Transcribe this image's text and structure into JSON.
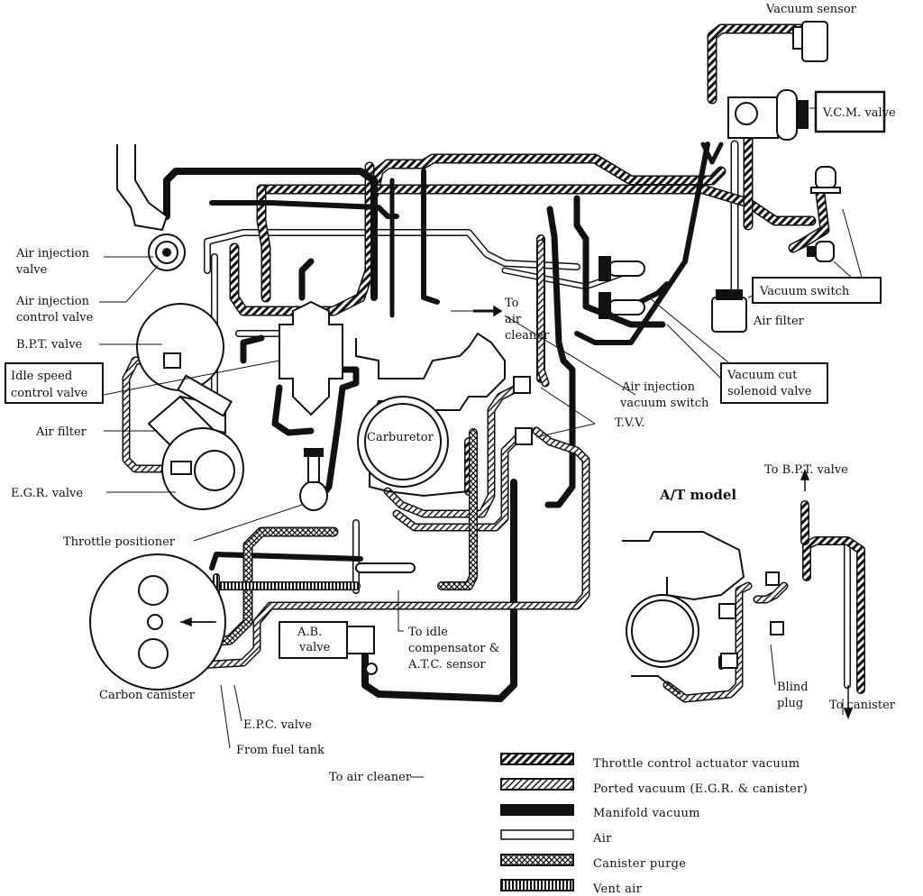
{
  "diagram": {
    "labels": {
      "vacuum_sensor": "Vacuum sensor",
      "vcm_valve": "V.C.M. valve",
      "vacuum_switch": "Vacuum switch",
      "air_filter_right": "Air filter",
      "vacuum_cut_solenoid_1": "Vacuum cut",
      "vacuum_cut_solenoid_2": "solenoid valve",
      "air_injection_valve_1": "Air injection",
      "air_injection_valve_2": "valve",
      "air_injection_control_1": "Air injection",
      "air_injection_control_2": "control valve",
      "bpt_valve": "B.P.T. valve",
      "idle_speed_1": "Idle speed",
      "idle_speed_2": "control valve",
      "air_filter_left": "Air filter",
      "egr_valve": "E.G.R. valve",
      "throttle_positioner": "Throttle positioner",
      "carbon_canister": "Carbon canister",
      "epc_valve": "E.P.C. valve",
      "from_fuel_tank": "From fuel tank",
      "to_air_cleaner_bottom": "To air cleaner",
      "to_air_cleaner_top_1": "To",
      "to_air_cleaner_top_2": "air",
      "to_air_cleaner_top_3": "cleaner",
      "air_injection_vacuum_switch_1": "Air injection",
      "air_injection_vacuum_switch_2": "vacuum switch",
      "tvv": "T.V.V.",
      "carburetor": "Carburetor",
      "ab_valve_1": "A.B.",
      "ab_valve_2": "valve",
      "to_idle_comp_1": "To idle",
      "to_idle_comp_2": "compensator &",
      "to_idle_comp_3": "A.T.C. sensor",
      "at_model": "A/T model",
      "to_bpt_valve": "To B.P.T. valve",
      "blind_plug_1": "Blind",
      "blind_plug_2": "plug",
      "to_canister": "To canister"
    },
    "legend": [
      {
        "pattern": "throttle-control",
        "label": "Throttle control actuator vacuum"
      },
      {
        "pattern": "ported",
        "label": "Ported vacuum (E.G.R. & canister)"
      },
      {
        "pattern": "manifold",
        "label": "Manifold vacuum"
      },
      {
        "pattern": "air",
        "label": "Air"
      },
      {
        "pattern": "canister-purge",
        "label": "Canister purge"
      },
      {
        "pattern": "vent-air",
        "label": "Vent air"
      }
    ]
  }
}
